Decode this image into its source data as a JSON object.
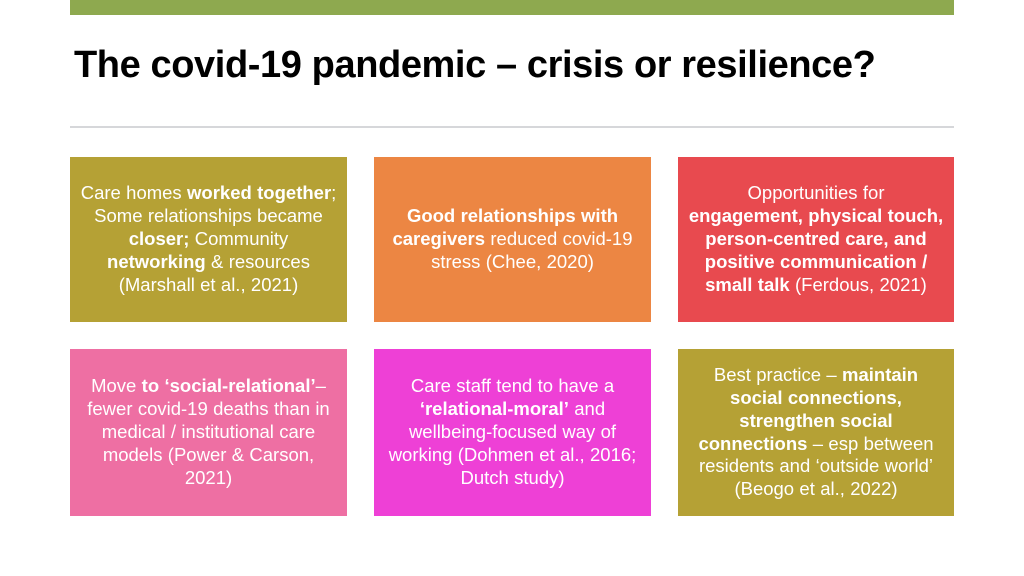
{
  "slide": {
    "title": "The covid-19 pandemic – crisis or resilience?",
    "accent_bar_color": "#8EA94F",
    "divider_color": "#d6d7da",
    "background_color": "#ffffff",
    "text_color": "#ffffff"
  },
  "cards": [
    {
      "id": "care-homes-worked-together",
      "color": "#B5A135",
      "color_name": "olive",
      "html": "Care homes <b>worked together</b>; Some relationships became <b>closer;</b> Community <b>networking</b> &amp; resources (Marshall et al., 2021)",
      "plain": "Care homes worked together; Some relationships became closer; Community networking & resources (Marshall et al., 2021)",
      "citation": "Marshall et al., 2021"
    },
    {
      "id": "good-relationships-with-caregivers",
      "color": "#EC8643",
      "color_name": "orange",
      "html": "<b>Good relationships with caregivers</b> reduced covid-19 stress (Chee, 2020)",
      "plain": "Good relationships with caregivers reduced covid-19 stress (Chee, 2020)",
      "citation": "Chee, 2020"
    },
    {
      "id": "opportunities-for-engagement",
      "color": "#E84A4F",
      "color_name": "red",
      "html": "Opportunities for <b>engagement, physical touch, person-centred care, and positive communication / small talk</b> (Ferdous, 2021)",
      "plain": "Opportunities for engagement, physical touch, person-centred care, and positive communication / small talk (Ferdous, 2021)",
      "citation": "Ferdous, 2021"
    },
    {
      "id": "move-to-social-relational",
      "color": "#EE6FA3",
      "color_name": "pink",
      "html": "Move <b>to ‘social-relational’</b>– fewer covid-19 deaths than in medical / institutional care models (Power &amp; Carson, 2021)",
      "plain": "Move to ‘social-relational’– fewer covid-19 deaths than in medical / institutional care models (Power & Carson, 2021)",
      "citation": "Power & Carson, 2021"
    },
    {
      "id": "care-staff-relational-moral",
      "color": "#EE40D6",
      "color_name": "magenta",
      "html": "Care staff tend to have a <b>‘relational-moral’</b> and wellbeing-focused way of working (Dohmen et al., 2016; Dutch study)",
      "plain": "Care staff tend to have a ‘relational-moral’ and wellbeing-focused way of working (Dohmen et al., 2016; Dutch study)",
      "citation": "Dohmen et al., 2016; Dutch study"
    },
    {
      "id": "best-practice-maintain-social-connections",
      "color": "#B5A135",
      "color_name": "olive",
      "html": "Best practice – <b>maintain social connections, strengthen social connections</b> – esp between residents and ‘outside world’ (Beogo et al., 2022)",
      "plain": "Best practice – maintain social connections, strengthen social connections – esp between residents and ‘outside world’ (Beogo et al., 2022)",
      "citation": "Beogo et al., 2022"
    }
  ]
}
